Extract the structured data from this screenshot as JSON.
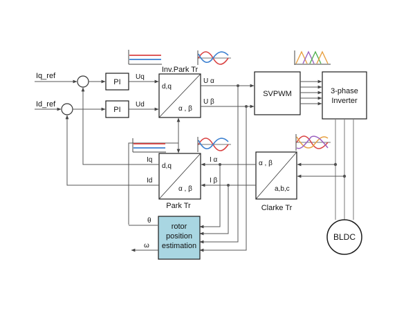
{
  "inputs": {
    "iq_ref": "Iq_ref",
    "id_ref": "Id_ref"
  },
  "blocks": {
    "pi_q": "PI",
    "pi_d": "PI",
    "inv_park_title": "Inv.Park Tr",
    "inv_park_in": "d,q",
    "inv_park_out": "α , β",
    "svpwm": "SVPWM",
    "inverter_line1": "3-phase",
    "inverter_line2": "Inverter",
    "park_title": "Park Tr",
    "park_in": "d,q",
    "park_out": "α , β",
    "clarke_title": "Clarke Tr",
    "clarke_in": "α , β",
    "clarke_out": "a,b,c",
    "rotor_line1": "rotor",
    "rotor_line2": "position",
    "rotor_line3": "estimation",
    "motor": "BLDC"
  },
  "signals": {
    "uq": "Uq",
    "ud": "Ud",
    "u_alpha": "U α",
    "u_beta": "U β",
    "iq": "Iq",
    "id": "Id",
    "i_alpha": "I α",
    "i_beta": "I β",
    "theta": "θ",
    "omega": "ω"
  },
  "colors": {
    "line": "#555555",
    "block_border": "#1a1a1a",
    "rotor_fill": "#a9d6e2",
    "wave_red": "#d94040",
    "wave_blue": "#3a7fd0",
    "wave_green": "#50b050",
    "wave_orange": "#e8a040",
    "wave_purple": "#9a60c0"
  }
}
